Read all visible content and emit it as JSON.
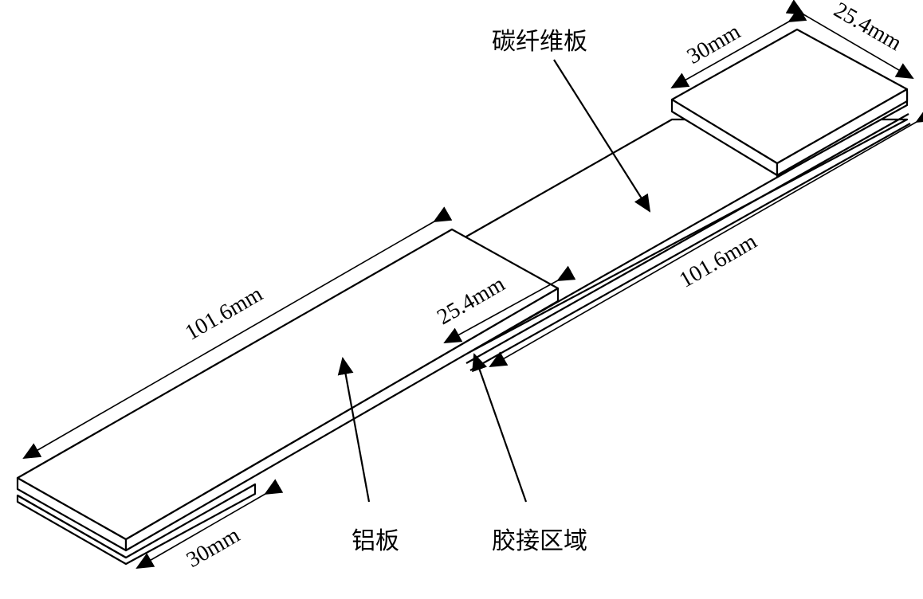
{
  "labels": {
    "carbon_plate": "碳纤维板",
    "aluminum_plate": "铝板",
    "bonded_area": "胶接区域"
  },
  "dimensions": {
    "aluminum_length": "101.6mm",
    "overlap_width": "25.4mm",
    "carbon_length": "101.6mm",
    "top_tab_length": "30mm",
    "top_tab_width": "25.4mm",
    "bottom_tab_length": "30mm"
  },
  "colors": {
    "line": "#000000",
    "background": "#ffffff"
  }
}
